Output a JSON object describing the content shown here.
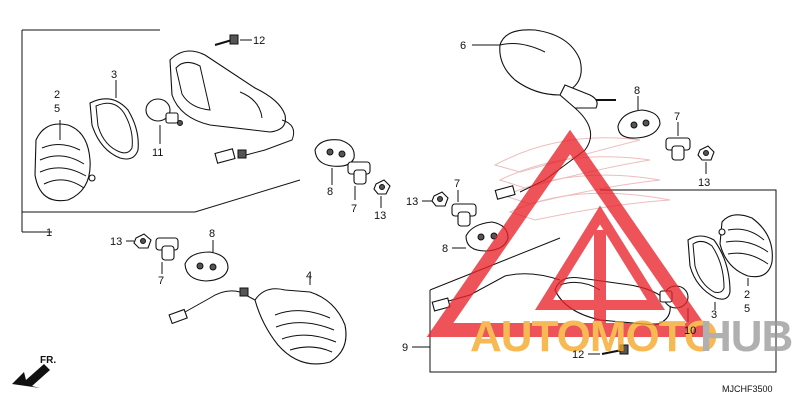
{
  "diagram": {
    "code": "MJCHF3500",
    "direction_label": "FR.",
    "callouts": {
      "front_left_lens_group": [
        "2",
        "5"
      ],
      "front_left_gasket": "3",
      "front_left_bulb": "11",
      "front_left_screw": "12",
      "front_left_assembly": "1",
      "front_left_spacer": "8",
      "front_left_collar": "7",
      "front_left_nut": "13",
      "lower_left_nut": "13",
      "lower_left_collar": "7",
      "lower_left_spacer": "8",
      "lower_left_housing": "4",
      "rear_right_housing": "6",
      "rear_right_spacer": "8",
      "rear_right_collar": "7",
      "rear_right_nut": "13",
      "mid_nut": "13",
      "mid_collar": "7",
      "mid_spacer": "8",
      "right_lens_group": [
        "2",
        "5"
      ],
      "right_gasket": "3",
      "right_bulb": "10",
      "right_screw": "12",
      "right_assembly": "9"
    }
  },
  "watermark": {
    "brand_left": "AUTOMOTO",
    "brand_right": "HUB",
    "colors": {
      "orange": "#f6a623",
      "red": "#e8232a",
      "gray": "#9a9a9a"
    }
  }
}
